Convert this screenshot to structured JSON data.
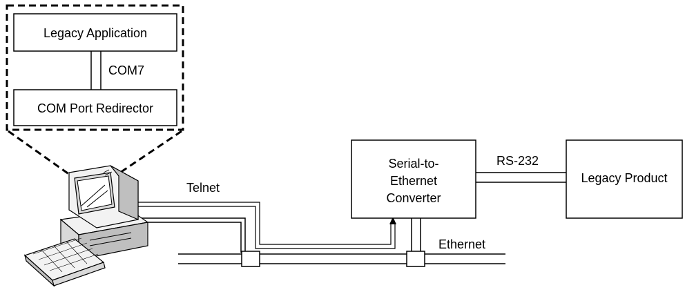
{
  "diagram": {
    "labels": {
      "legacy_application": "Legacy Application",
      "com7": "COM7",
      "com_port_redirector": "COM Port Redirector",
      "telnet": "Telnet",
      "converter_line1": "Serial-to-",
      "converter_line2": "Ethernet",
      "converter_line3": "Converter",
      "rs232": "RS-232",
      "legacy_product": "Legacy Product",
      "ethernet": "Ethernet"
    },
    "colors": {
      "stroke": "#000000",
      "background": "#ffffff",
      "pc_body": "#f2f2f2",
      "pc_shadow": "#bfbfbf",
      "screen": "#d9d9d9"
    },
    "icons": [
      "desktop-computer-icon",
      "keyboard-icon"
    ]
  }
}
